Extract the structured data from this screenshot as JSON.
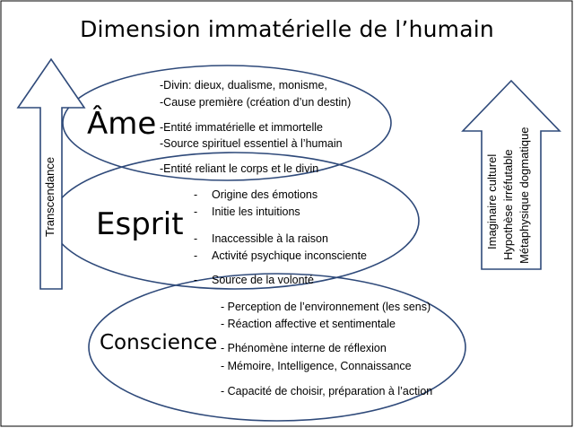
{
  "title": "Dimension immatérielle de l’humain",
  "ame": {
    "label": "Âme",
    "lines": [
      "-Divin:  dieux, dualisme, monisme,",
      "-Cause première (création d’un destin)",
      "-Entité immatérielle et immortelle",
      "-Source spirituel essentiel à l’humain",
      "-Entité reliant le corps et le divin"
    ]
  },
  "esprit": {
    "label": "Esprit",
    "bullet": "-",
    "lines": [
      "Origine des émotions",
      "Initie les intuitions",
      "Inaccessible à la raison",
      "Activité psychique inconsciente",
      "Source de la volonté"
    ]
  },
  "conscience": {
    "label": "Conscience",
    "lines": [
      "- Perception de l’environnement  (les sens)",
      "- Réaction affective et sentimentale",
      "- Phénomène interne de réflexion",
      "- Mémoire, Intelligence, Connaissance",
      "- Capacité de choisir, préparation à l’action"
    ]
  },
  "left_arrow": {
    "label": "Transcendance"
  },
  "right_arrow": {
    "lines": [
      "Imaginaire culturel",
      "Hypothèse  irréfutable",
      "Métaphysique  dogmatique"
    ]
  },
  "colors": {
    "outline": "#2f4a7a",
    "frame": "#000000"
  }
}
